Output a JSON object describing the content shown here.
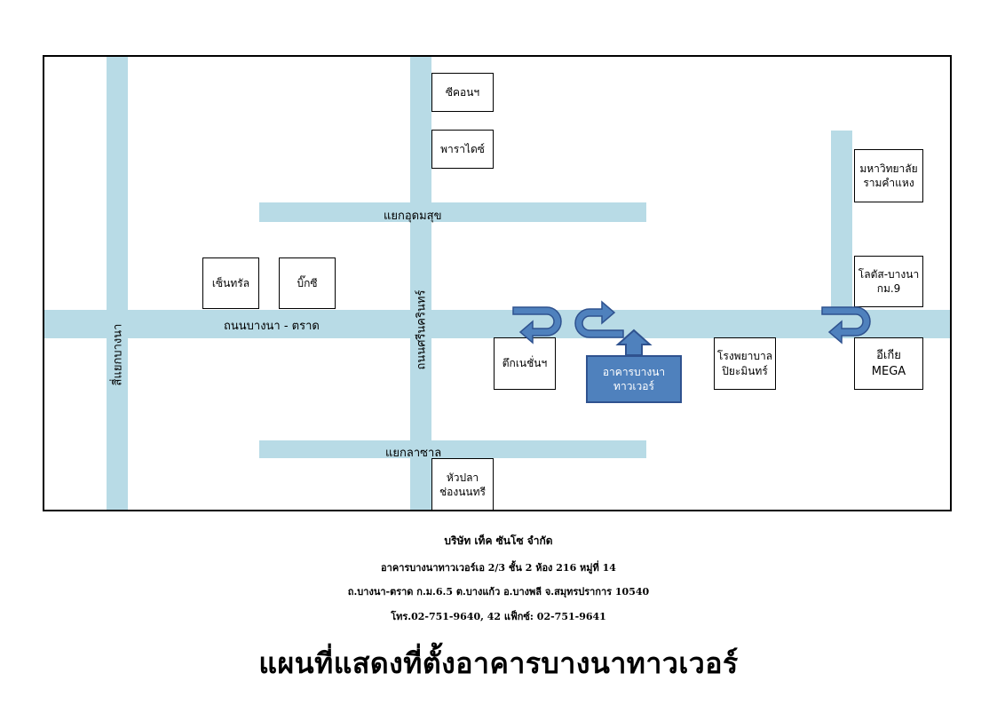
{
  "map": {
    "roads": {
      "bangna_trad": "ถนนบางนา - ตราด",
      "srinakarin": "ถนนศรีนครินทร์",
      "udomsuk_junction": "แยกอุดมสุข",
      "lasalle_junction": "แยกลาซาล",
      "bangna_intersection": "สี่แยกบางนา"
    },
    "landmarks": {
      "central": "เซ็นทรัล",
      "bigc": "บิ๊กซี",
      "seacon": "ซีคอนฯ",
      "paradise": "พาราไดซ์",
      "ramkhamhaeng_line1": "มหาวิทยาลัย",
      "ramkhamhaeng_line2": "รามคำแหง",
      "lotus_line1": "โลตัส-บางนา",
      "lotus_line2": "กม.9",
      "ikea_line1": "อีเกีย",
      "ikea_line2": "MEGA",
      "hospital_line1": "โรงพยาบาล",
      "hospital_line2": "ปิยะมินทร์",
      "tower_line1": "อาคารบางนา",
      "tower_line2": "ทาวเวอร์",
      "genesis": "ตึกเนชั่นฯ",
      "huapla_line1": "หัวปลา",
      "huapla_line2": "ช่องนนทรี"
    },
    "colors": {
      "road": "#b8dbe6",
      "highlight": "#4f81bd",
      "arrow": "#4f81bd"
    }
  },
  "footer": {
    "company": "บริษัท เท็ค ซันโซ จำกัด",
    "address1": "อาคารบางนาทาวเวอร์เอ  2/3   ชั้น 2   ห้อง 216  หมู่ที่  14",
    "address2": "ถ.บางนา-ตราด ก.ม.6.5  ต.บางแก้ว  อ.บางพลี  จ.สมุทรปราการ 10540",
    "contact": "โทร.02-751-9640, 42    แฟ็กซ์: 02-751-9641"
  },
  "title": "แผนที่แสดงที่ตั้งอาคารบางนาทาวเวอร์"
}
